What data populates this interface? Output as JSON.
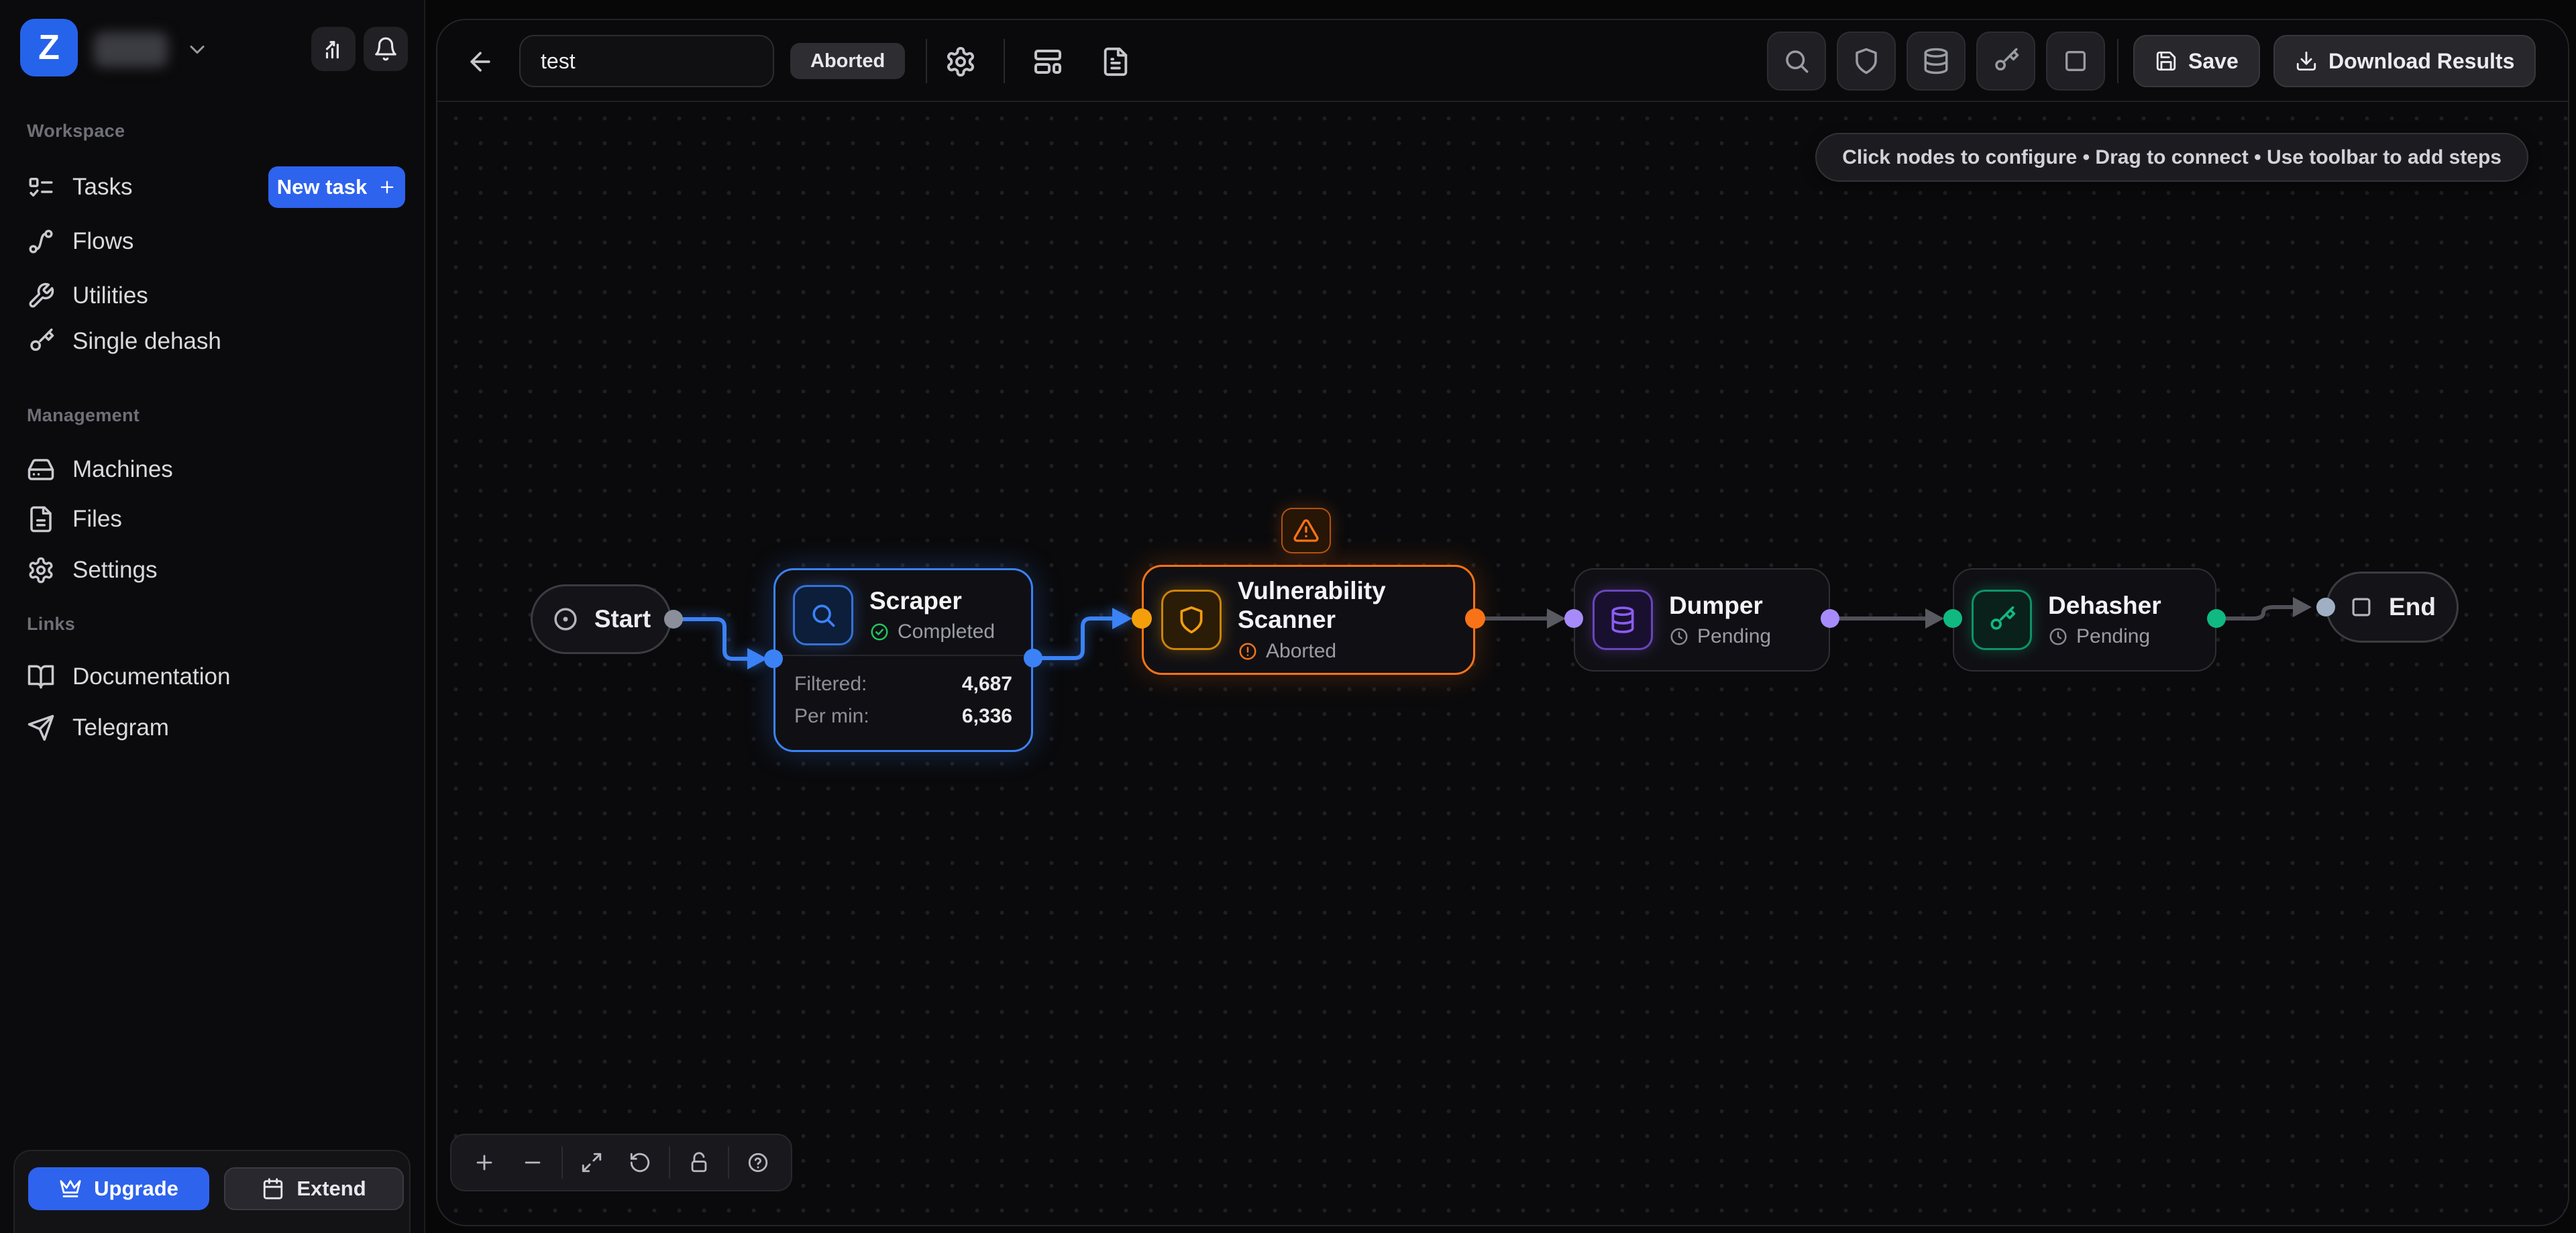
{
  "app": {
    "logo_letter": "Z"
  },
  "sidebar": {
    "sections": [
      {
        "label": "Workspace",
        "items": [
          {
            "label": "Tasks",
            "icon": "tasks-icon"
          },
          {
            "label": "Flows",
            "icon": "flows-icon"
          },
          {
            "label": "Utilities",
            "icon": "wrench-icon"
          },
          {
            "label": "Single dehash",
            "icon": "key-icon"
          }
        ]
      },
      {
        "label": "Management",
        "items": [
          {
            "label": "Machines",
            "icon": "hard-drive-icon"
          },
          {
            "label": "Files",
            "icon": "file-icon"
          },
          {
            "label": "Settings",
            "icon": "gear-icon"
          }
        ]
      },
      {
        "label": "Links",
        "items": [
          {
            "label": "Documentation",
            "icon": "book-open-icon"
          },
          {
            "label": "Telegram",
            "icon": "send-icon"
          }
        ]
      }
    ],
    "new_task_label": "New task",
    "upgrade_label": "Upgrade",
    "extend_label": "Extend"
  },
  "toolbar": {
    "task_name": "test",
    "status_badge": "Aborted",
    "save_label": "Save",
    "download_label": "Download Results",
    "tools": [
      {
        "icon": "search-icon"
      },
      {
        "icon": "shield-icon"
      },
      {
        "icon": "database-icon"
      },
      {
        "icon": "key-icon"
      },
      {
        "icon": "square-icon"
      }
    ]
  },
  "canvas": {
    "hint": "Click nodes to configure • Drag to connect • Use toolbar to add steps",
    "nodes": {
      "start": {
        "label": "Start"
      },
      "scraper": {
        "title": "Scraper",
        "status": "Completed",
        "stats": [
          {
            "label": "Filtered:",
            "value": "4,687"
          },
          {
            "label": "Per min:",
            "value": "6,336"
          }
        ]
      },
      "vulnerability_scanner": {
        "title": "Vulnerability Scanner",
        "status": "Aborted"
      },
      "dumper": {
        "title": "Dumper",
        "status": "Pending"
      },
      "dehasher": {
        "title": "Dehasher",
        "status": "Pending"
      },
      "end": {
        "label": "End"
      }
    }
  },
  "colors": {
    "accent_blue": "#2563eb",
    "node_blue": "#3b82f6",
    "node_orange": "#f97316",
    "node_purple": "#8b5cf6",
    "node_green": "#10b981",
    "status_completed": "#22c55e",
    "status_aborted": "#f97316",
    "edge_gray": "#52525b"
  }
}
